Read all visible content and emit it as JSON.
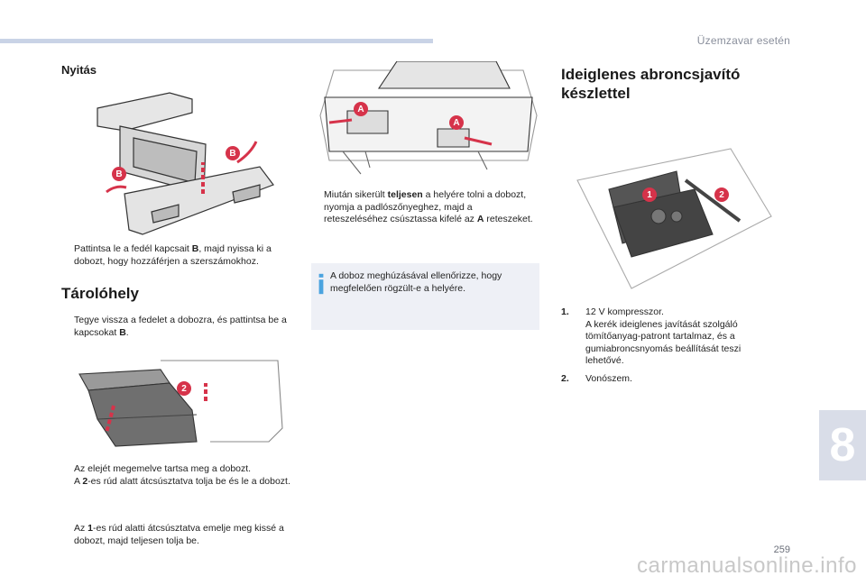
{
  "header": {
    "title": "Üzemzavar esetén"
  },
  "chapter": {
    "number": "8"
  },
  "page": {
    "number": "259"
  },
  "watermark": {
    "text": "carmanualsonline.info"
  },
  "left_column": {
    "heading_open": "Nyitás",
    "figure_open": {
      "labels": [
        "B",
        "B"
      ]
    },
    "instruction_open": {
      "bullet": "",
      "parts": [
        "Pattintsa le a fedél kapcsait ",
        "B",
        ", majd nyissa ki a dobozt, hogy hozzáférjen a szerszámokhoz."
      ]
    },
    "heading_storage": "Tárolóhely",
    "instruction_storage": {
      "bullet": "",
      "parts": [
        "Tegye vissza a fedelet a dobozra, és pattintsa be a kapcsokat ",
        "B",
        "."
      ]
    },
    "figure_storage": {
      "labels": [
        "2"
      ]
    },
    "instruction_lift": {
      "bullet": "",
      "text": "Az elejét megemelve tartsa meg a dobozt."
    },
    "instruction_slide2": {
      "bullet": "",
      "parts": [
        "A ",
        "2",
        "-es rúd alatt átcsúsztatva tolja be és le a dobozt."
      ]
    },
    "instruction_slide1": {
      "bullet": "",
      "parts": [
        "Az ",
        "1",
        "-es rúd alatti átcsúsztatva emelje meg kissé a dobozt, majd teljesen tolja be."
      ]
    }
  },
  "middle_column": {
    "figure_latch": {
      "labels": [
        "A",
        "A"
      ]
    },
    "instruction_push": {
      "bullet": "",
      "parts": [
        "Miután sikerült ",
        "teljesen",
        " a helyére tolni a dobozt, nyomja a padlószőnyeghez, majd a reteszeléséhez csúsztassa kifelé az ",
        "A",
        " reteszeket."
      ]
    },
    "note": {
      "icon": "info-icon",
      "text": "A doboz meghúzásával ellenőrizze, hogy megfelelően rögzült-e a helyére."
    }
  },
  "right_column": {
    "heading": "Ideiglenes abroncsjavító készlettel",
    "figure_kit": {
      "labels": [
        "1",
        "2"
      ]
    },
    "items": [
      {
        "n": "1.",
        "title": "12 V kompresszor.",
        "text": "A kerék ideiglenes javítását szolgáló tömítőanyag-patront tartalmaz, és a gumiabroncsnyomás beállítását teszi lehetővé."
      },
      {
        "n": "2.",
        "title": "Vonószem.",
        "text": ""
      }
    ]
  },
  "colors": {
    "accent_red": "#d6334a",
    "bar": "#c9d3e6",
    "note_bg": "#eef0f6",
    "note_icon": "#4aa3df"
  }
}
